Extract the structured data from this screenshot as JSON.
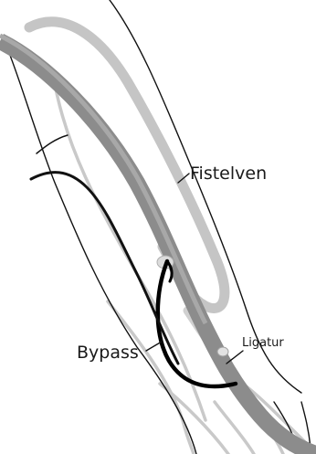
{
  "labels": {
    "fistelven": "Fistelven",
    "bypass": "Bypass",
    "ligatur": "Ligatur"
  },
  "colors": {
    "artery": "#8c8c8c",
    "fistula_vein": "#c5c5c5",
    "bypass_graft": "#000000",
    "outline": "#111111",
    "background": "#ffffff"
  }
}
